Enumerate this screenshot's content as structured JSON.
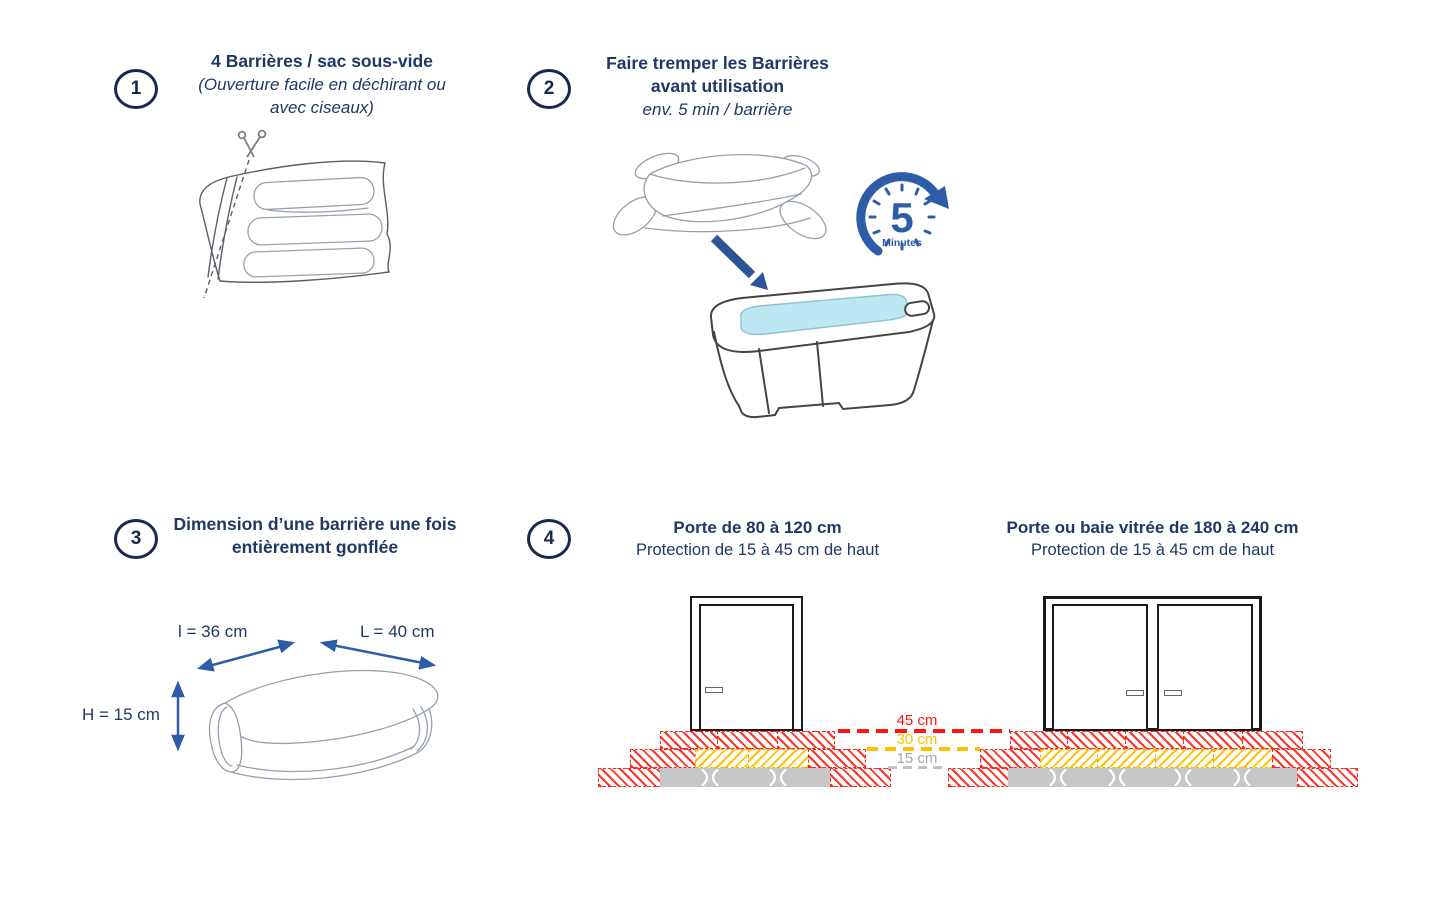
{
  "document": {
    "background": "#ffffff",
    "language": "fr"
  },
  "colors": {
    "navy_text": "#1f3864",
    "circle_navy": "#17294d",
    "accent_blue": "#2d5494",
    "timer_blue": "#2d5ca8",
    "water_blue": "#bce7f3",
    "level_red": "#ff1410",
    "level_orange": "#ffc000",
    "level_gray": "#a6a6a6",
    "barrier_gray": "#c7c7c7",
    "red_hatch": "#f5291c",
    "yellow_hatch": "#ffc000"
  },
  "steps": [
    {
      "number": "1",
      "title": "4 Barrières / sac sous-vide",
      "subtitle": "(Ouverture facile en déchirant ou avec ciseaux)",
      "illustration": "vacuum bag with cut line and scissors"
    },
    {
      "number": "2",
      "title": "Faire tremper les Barrières avant utilisation",
      "subtitle": "env. 5 min / barrière",
      "timer": {
        "value": "5",
        "unit": "Minutes"
      },
      "illustration": "deflated barrier dipped into tub of water"
    },
    {
      "number": "3",
      "title": "Dimension d’une barrière une fois entièrement gonflée",
      "dimensions": {
        "width_label": "l = 36 cm",
        "length_label": "L = 40 cm",
        "height_label": "H = 15 cm"
      },
      "illustration": "inflated barrier cushion with dimension arrows"
    },
    {
      "number": "4",
      "door_single": {
        "title": "Porte de 80 à 120 cm",
        "subtitle": "Protection de 15 à 45 cm de haut"
      },
      "door_double": {
        "title": "Porte ou baie vitrée de 180 à 240 cm",
        "subtitle": "Protection de 15 à 45 cm de haut"
      },
      "levels": [
        {
          "label": "45 cm",
          "color": "#ff1410"
        },
        {
          "label": "30 cm",
          "color": "#ffc000"
        },
        {
          "label": "15 cm",
          "color": "#a6a6a6"
        }
      ],
      "illustration": "stacked barrier pyramids in front of single and double doors"
    }
  ]
}
